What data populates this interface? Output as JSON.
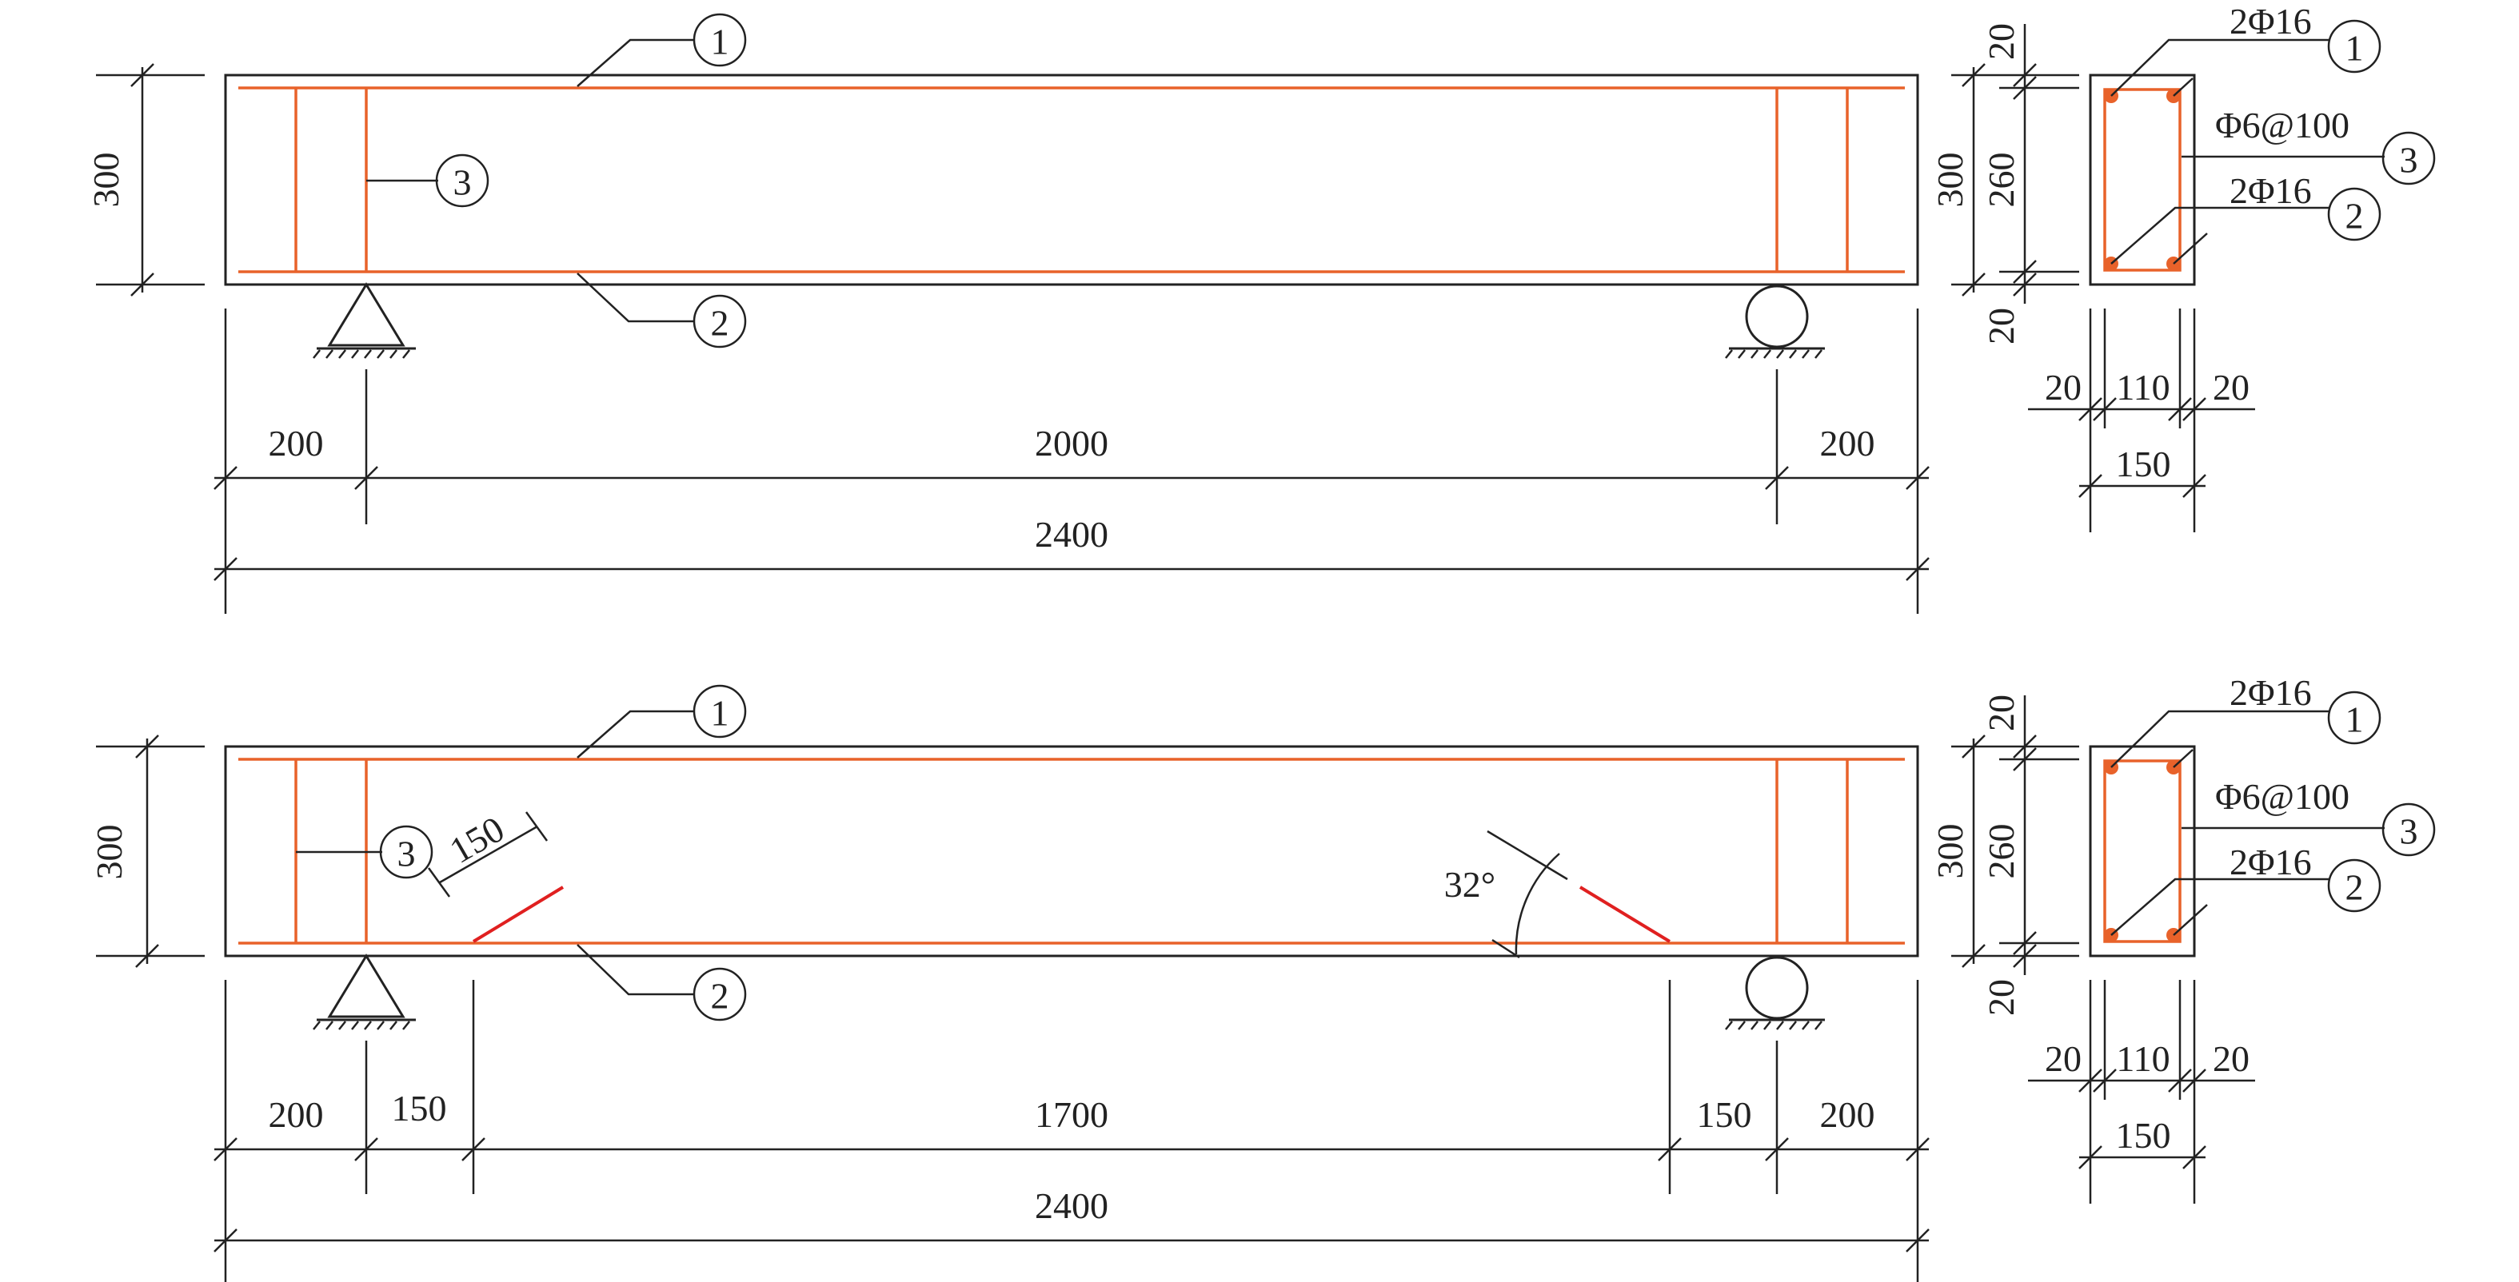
{
  "colors": {
    "line": "#222222",
    "rebar": "#e8622a",
    "crack": "#e02020"
  },
  "beam_1": {
    "height": "300",
    "spans": [
      "200",
      "2000",
      "200"
    ],
    "total": "2400",
    "callouts": [
      "1",
      "2",
      "3"
    ]
  },
  "beam_2": {
    "height": "300",
    "spans": [
      "200",
      "150",
      "1700",
      "150",
      "200"
    ],
    "total": "2400",
    "crack_length": "150",
    "crack_angle": "32°",
    "callouts": [
      "1",
      "2",
      "3"
    ]
  },
  "section": {
    "top_bars": "2Φ16",
    "stirrup": "Φ6@100",
    "bottom_bars": "2Φ16",
    "cover_top": "20",
    "core_height": "260",
    "cover_bottom": "20",
    "height": "300",
    "cover_left": "20",
    "core_width": "110",
    "cover_right": "20",
    "width": "150",
    "callouts": [
      "1",
      "3",
      "2"
    ]
  }
}
